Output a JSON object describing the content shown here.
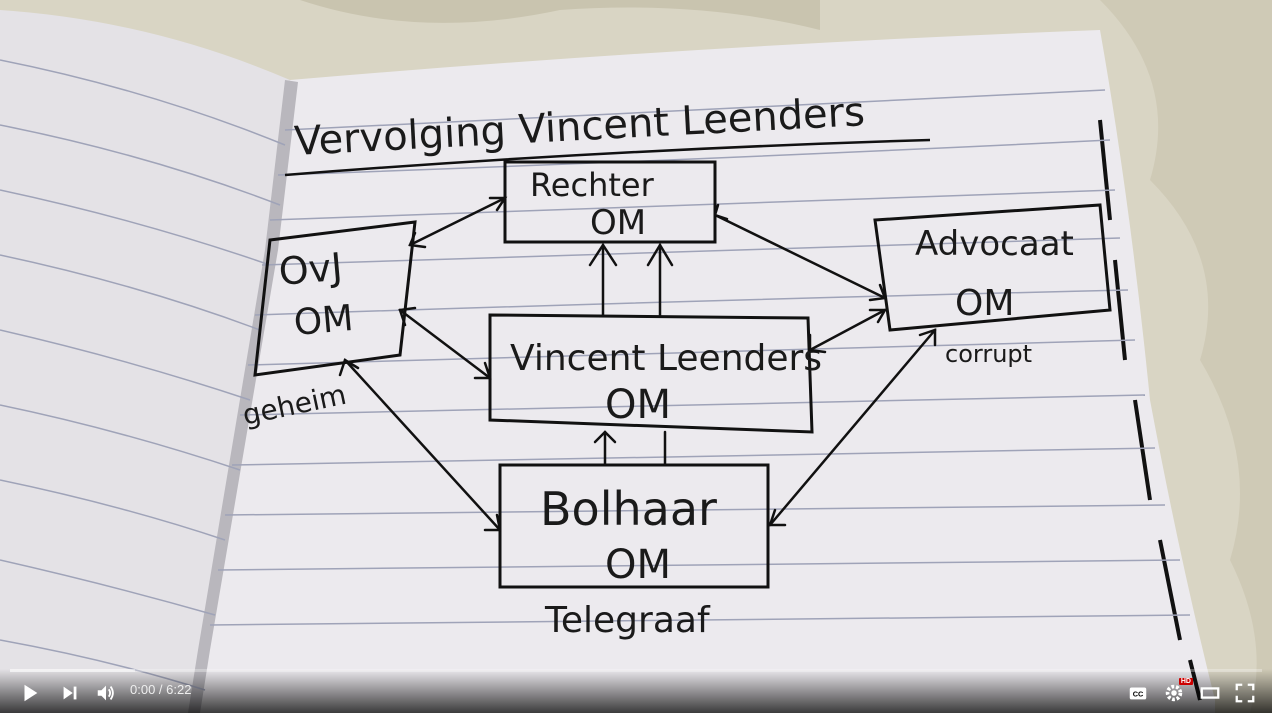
{
  "video": {
    "title_text": "Vervolging Vincent Leenders",
    "boxes": {
      "rechter": [
        "Rechter",
        "OM"
      ],
      "ovj": [
        "OvJ",
        "OM"
      ],
      "advocaat": [
        "Advocaat",
        "OM"
      ],
      "vincent": [
        "Vincent Leenders",
        "OM"
      ],
      "bolhaar": [
        "Bolhaar",
        "OM"
      ]
    },
    "notes": {
      "geheim": "geheim",
      "corrupt": "corrupt",
      "telegraaf": "Telegraaf"
    }
  },
  "player": {
    "current_time": "0:00",
    "duration": "6:22",
    "time_display": "0:00 / 6:22",
    "progress_fraction": 0,
    "hd_badge": "HD",
    "icons": {
      "play": "play-icon",
      "next": "next-icon",
      "volume": "volume-icon",
      "captions": "captions-icon",
      "settings": "settings-icon",
      "theater": "theater-mode-icon",
      "fullscreen": "fullscreen-icon"
    }
  }
}
